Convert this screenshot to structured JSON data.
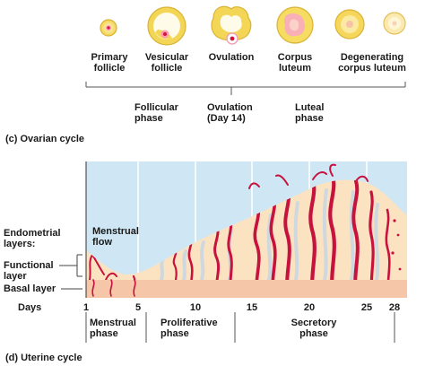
{
  "ovarian_stages": [
    {
      "line1": "Primary",
      "line2": "follicle"
    },
    {
      "line1": "Vesicular",
      "line2": "follicle"
    },
    {
      "line1": "Ovulation",
      "line2": ""
    },
    {
      "line1": "Corpus",
      "line2": "luteum"
    },
    {
      "line1": "Degenerating",
      "line2": "corpus luteum"
    }
  ],
  "ovarian_phases": [
    {
      "line1": "Follicular",
      "line2": "phase"
    },
    {
      "line1": "Ovulation",
      "line2": "(Day 14)"
    },
    {
      "line1": "Luteal",
      "line2": "phase"
    }
  ],
  "ovarian_caption": "(c) Ovarian cycle",
  "endometrial_layers": {
    "title_line1": "Endometrial",
    "title_line2": "layers:",
    "functional_line1": "Functional",
    "functional_line2": "layer",
    "basal": "Basal layer"
  },
  "menstrual_flow": {
    "line1": "Menstrual",
    "line2": "flow"
  },
  "days_label": "Days",
  "days": [
    "1",
    "5",
    "10",
    "15",
    "20",
    "25",
    "28"
  ],
  "uterine_phases": [
    {
      "line1": "Menstrual",
      "line2": "phase"
    },
    {
      "line1": "Proliferative",
      "line2": "phase"
    },
    {
      "line1": "Secretory",
      "line2": "phase"
    }
  ],
  "uterine_caption": "(d) Uterine cycle",
  "colors": {
    "follicle_yellow": "#f6dc63",
    "follicle_outline": "#d9b336",
    "oocyte_red": "#d6123f",
    "sky_blue": "#cfe6f4",
    "endometrium": "#fbe3c2",
    "basal": "#f6c6a8",
    "vessel": "#c8123e"
  }
}
